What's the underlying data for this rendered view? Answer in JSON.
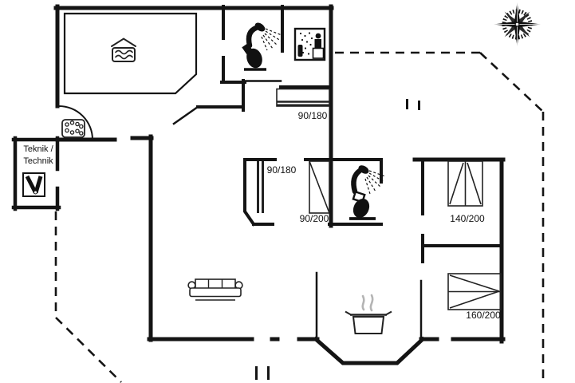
{
  "plan_type": "holiday-home-floor-plan",
  "rooms": {
    "utility": {
      "label_line1": "Teknik /",
      "label_line2": "Technik"
    }
  },
  "beds": [
    {
      "name": "bed-alcove",
      "label": "90/180"
    },
    {
      "name": "bed-bunk",
      "label": "90/180"
    },
    {
      "name": "bed-single",
      "label": "90/200"
    },
    {
      "name": "bed-double-140",
      "label": "140/200"
    },
    {
      "name": "bed-double-160",
      "label": "160/200"
    }
  ],
  "icons": [
    "compass-rose-icon",
    "pool-water-icon",
    "whirlpool-bubbles-icon",
    "boiler-icon",
    "shower-icon",
    "toilet-icon",
    "sauna-icon",
    "sofa-icon",
    "cooking-pot-icon"
  ],
  "colors": {
    "wall": "#141414",
    "furniture": "#222222",
    "steam": "#b4b4b4",
    "background": "#ffffff"
  }
}
